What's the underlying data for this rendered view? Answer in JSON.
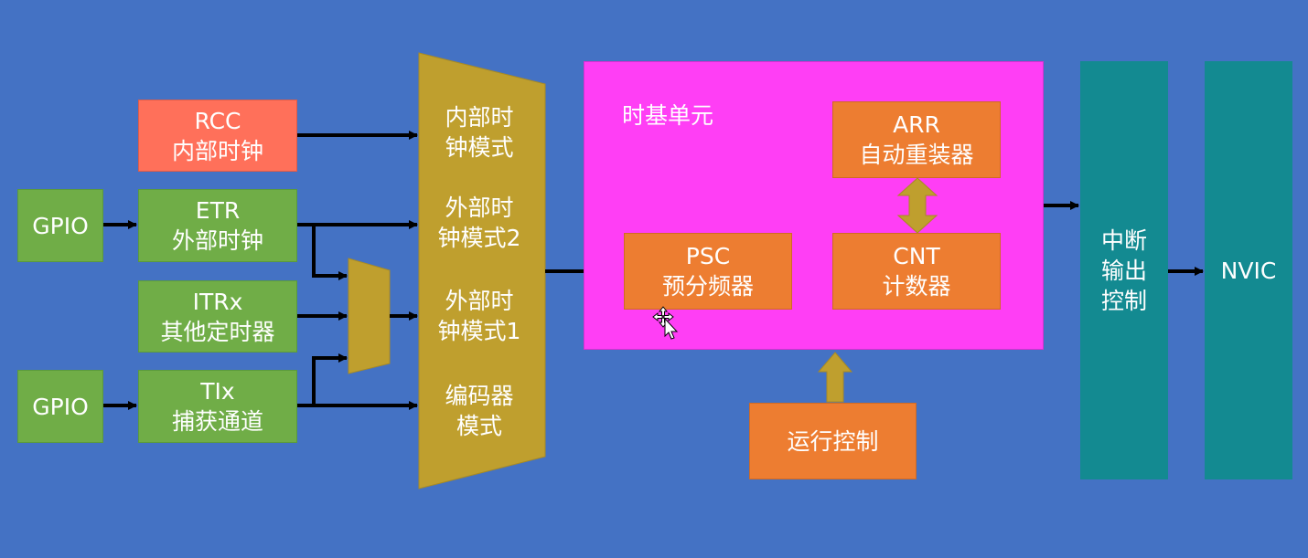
{
  "colors": {
    "background": "#4472c4",
    "source_green": "#70ad47",
    "rcc_red": "#ff705a",
    "mux_gold": "#bf9f2e",
    "timebase_magenta": "#ff3ef5",
    "unit_orange": "#ed7d31",
    "output_teal": "#138a91"
  },
  "sources": {
    "rcc": {
      "title": "RCC",
      "subtitle": "内部时钟"
    },
    "gpio_top": "GPIO",
    "etr": {
      "title": "ETR",
      "subtitle": "外部时钟"
    },
    "itrx": {
      "title": "ITRx",
      "subtitle": "其他定时器"
    },
    "gpio_bottom": "GPIO",
    "tix": {
      "title": "TIx",
      "subtitle": "捕获通道"
    }
  },
  "clock_mux": {
    "modes": [
      {
        "line1": "内部时",
        "line2": "钟模式"
      },
      {
        "line1": "外部时",
        "line2": "钟模式2"
      },
      {
        "line1": "外部时",
        "line2": "钟模式1"
      },
      {
        "line1": "编码器",
        "line2": "模式"
      }
    ]
  },
  "timebase": {
    "title": "时基单元",
    "arr": {
      "title": "ARR",
      "subtitle": "自动重装器"
    },
    "psc": {
      "title": "PSC",
      "subtitle": "预分频器"
    },
    "cnt": {
      "title": "CNT",
      "subtitle": "计数器"
    }
  },
  "run_control": "运行控制",
  "interrupt_output": {
    "line1": "中断",
    "line2": "输出",
    "line3": "控制"
  },
  "nvic": "NVIC",
  "icons": {
    "cursor": "move-cursor-icon"
  }
}
